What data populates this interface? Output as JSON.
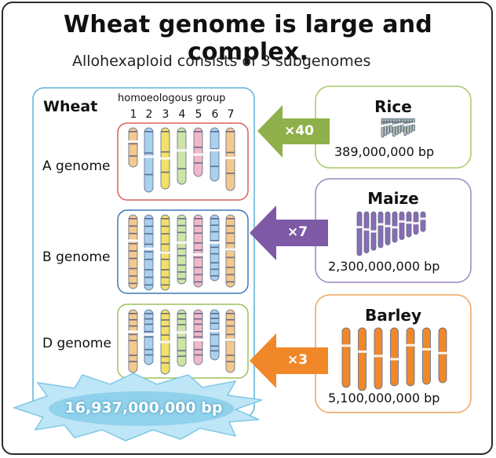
{
  "title": "Wheat genome is large and complex.",
  "subtitle": "Allohexaploid consists of 3 subgenomes",
  "wheat": {
    "label": "Wheat",
    "homoeologous_label": "homoeologous group",
    "groups": [
      "1",
      "2",
      "3",
      "4",
      "5",
      "6",
      "7"
    ],
    "genomes": [
      {
        "label": "A genome",
        "color": "#d9605a"
      },
      {
        "label": "B genome",
        "color": "#3f76b8"
      },
      {
        "label": "D genome",
        "color": "#9ec25a"
      }
    ],
    "total_bp": "16,937,000,000 bp"
  },
  "comparisons": [
    {
      "species": "Rice",
      "bp": "389,000,000 bp",
      "multiplier": "×40",
      "color": "#8fb04a",
      "chromosome_count": 12
    },
    {
      "species": "Maize",
      "bp": "2,300,000,000 bp",
      "multiplier": "×7",
      "color": "#7e5aa6",
      "chromosome_count": 10
    },
    {
      "species": "Barley",
      "bp": "5,100,000,000 bp",
      "multiplier": "×3",
      "color": "#f0882a",
      "chromosome_count": 7
    }
  ],
  "colors": {
    "wheat_panel": "#5fb0d8",
    "rice": "#8fb04a",
    "maize": "#7e5aa6",
    "barley": "#f0882a",
    "chromosome_blue": "#a9d0ec",
    "chromosome_yellow": "#f2e06a",
    "chromosome_pink": "#f1b8c8",
    "chromosome_orange": "#f4c98e",
    "chromosome_green": "#cfe4a6"
  }
}
